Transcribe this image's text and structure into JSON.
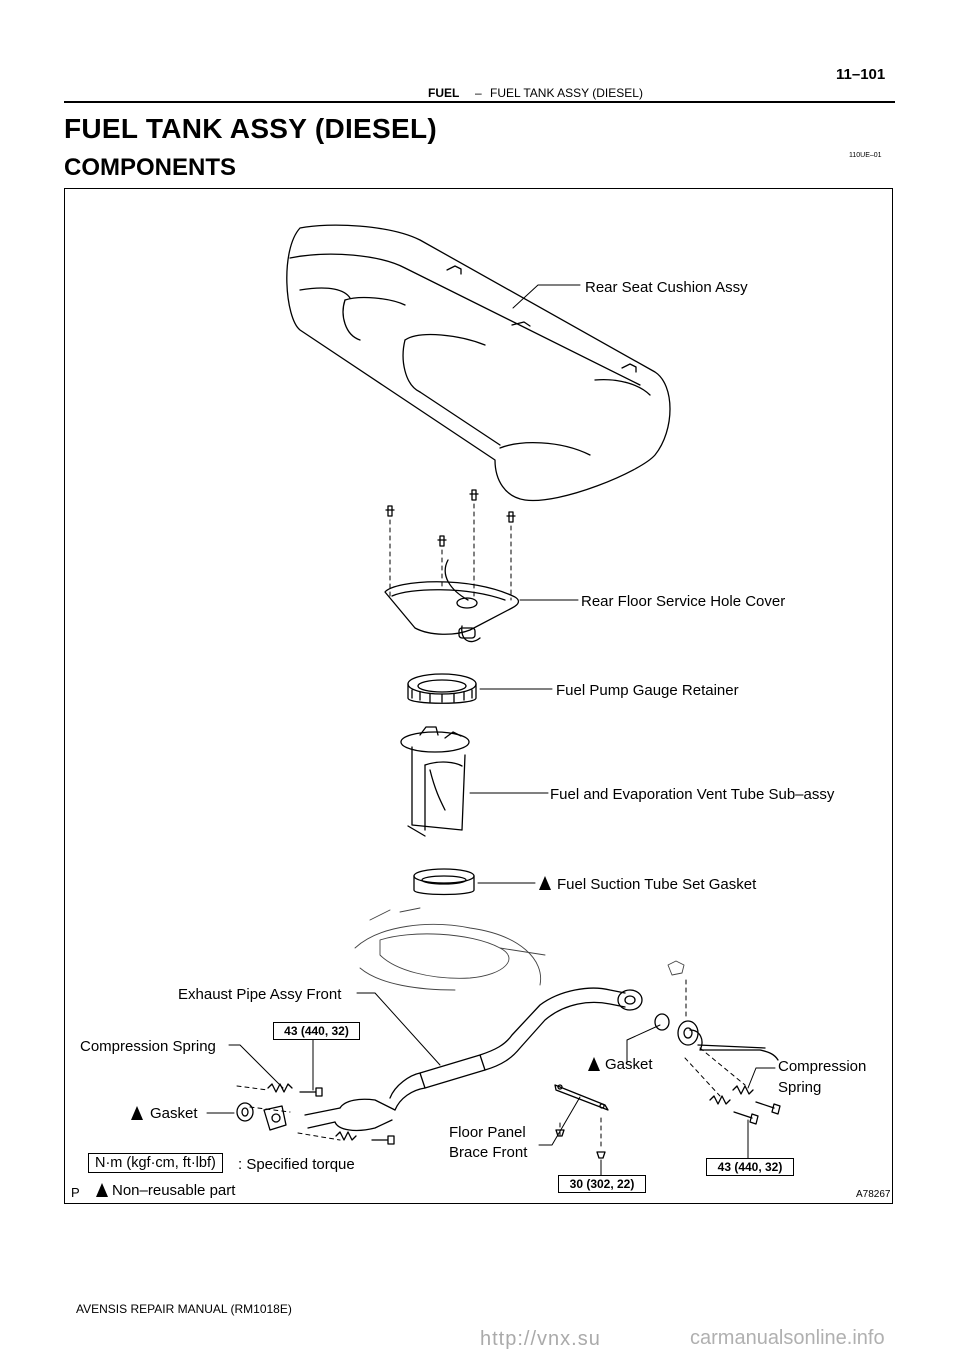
{
  "header": {
    "section": "FUEL",
    "separator": "–",
    "title": "FUEL TANK ASSY (DIESEL)",
    "page_number": "11–101"
  },
  "document": {
    "title": "FUEL TANK ASSY (DIESEL)",
    "code": "110UE–01",
    "section": "COMPONENTS"
  },
  "figure": {
    "labels": {
      "rear_seat_cushion": "Rear Seat Cushion Assy",
      "service_hole_cover": "Rear Floor Service Hole Cover",
      "pump_gauge_retainer": "Fuel Pump Gauge Retainer",
      "vent_tube": "Fuel and Evaporation Vent Tube Sub–assy",
      "suction_gasket": "Fuel Suction Tube Set Gasket",
      "exhaust_pipe": "Exhaust Pipe Assy Front",
      "compression_spring_left": "Compression Spring",
      "gasket_left": "Gasket",
      "gasket_mid": "Gasket",
      "compression_spring_right_1": "Compression",
      "compression_spring_right_2": "Spring",
      "floor_brace_1": "Floor Panel",
      "floor_brace_2": "Brace Front"
    },
    "torques": {
      "left": "43 (440, 32)",
      "center": "30 (302, 22)",
      "right": "43 (440, 32)"
    },
    "legend": {
      "unit_box": "N·m (kgf·cm, ft·lbf)",
      "unit_text": ": Specified torque",
      "nonreusable": "Non–reusable part"
    },
    "corner_letter": "P",
    "code": "A78267"
  },
  "footer": {
    "manual": "AVENSIS REPAIR MANUAL   (RM1018E)"
  },
  "watermark": {
    "url": "http://vnx.su",
    "site": "carmanualsonline.info"
  }
}
